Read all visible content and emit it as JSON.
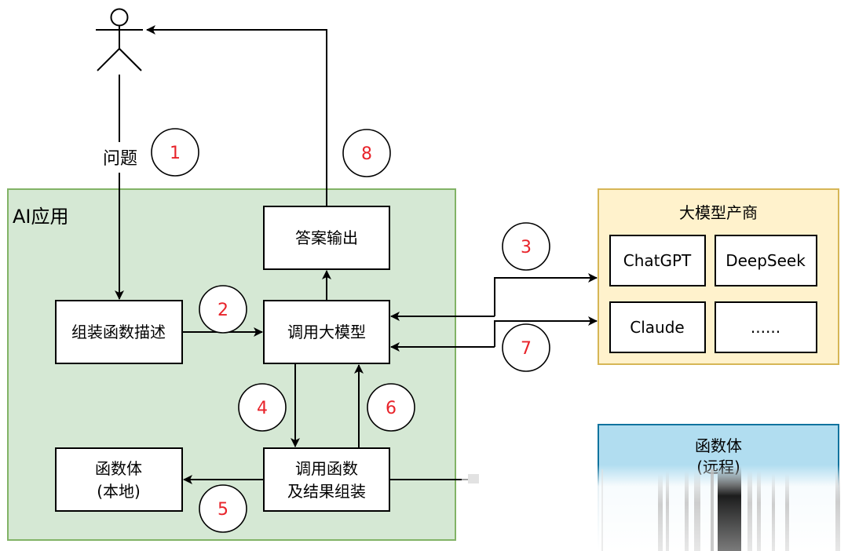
{
  "labels": {
    "question": "问题",
    "ai_app": "AI应用",
    "answer_output": "答案输出",
    "assemble_desc": "组装函数描述",
    "call_llm": "调用大模型",
    "call_func_line1": "调用函数",
    "call_func_line2": "及结果组装",
    "local_func_line1": "函数体",
    "local_func_line2": "(本地)",
    "vendors_title": "大模型产商",
    "vendor_chatgpt": "ChatGPT",
    "vendor_deepseek": "DeepSeek",
    "vendor_claude": "Claude",
    "vendor_more": "......",
    "remote_func_line1": "函数体",
    "remote_func_line2": "(远程)"
  },
  "steps": [
    "1",
    "2",
    "3",
    "4",
    "5",
    "6",
    "7",
    "8"
  ],
  "colors": {
    "ai_app_fill": "#d5e8d4",
    "ai_app_stroke": "#82b366",
    "vendors_fill": "#fff2cc",
    "vendors_stroke": "#d6b656",
    "remote_fill": "#b1ddf0",
    "remote_stroke": "#10739e",
    "step_number": "#e8232a"
  }
}
